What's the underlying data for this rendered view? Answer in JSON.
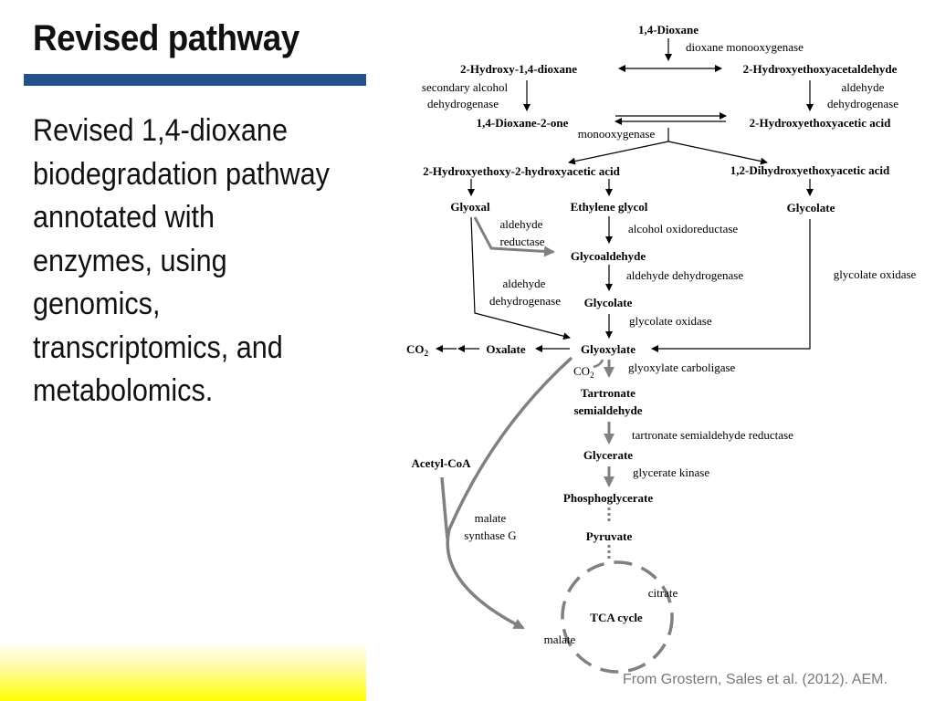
{
  "slide": {
    "title": "Revised pathway",
    "body": "Revised 1,4-dioxane biodegradation pathway annotated with enzymes, using genomics, transcriptomics, and metabolomics.",
    "citation": "From Grostern, Sales et al. (2012). AEM."
  },
  "diagram": {
    "nodes": {
      "dioxane": "1,4-Dioxane",
      "hydroxy_dioxane": "2-Hydroxy-1,4-dioxane",
      "hydroxyethoxyacetaldehyde": "2-Hydroxyethoxyacetaldehyde",
      "dioxan_2_one": "1,4-Dioxane-2-one",
      "hydroxyethoxyacetic_acid": "2-Hydroxyethoxyacetic acid",
      "hydroxyethoxy_hydroxyacetic": "2-Hydroxyethoxy-2-hydroxyacetic acid",
      "dihydroxyethoxyacetic": "1,2-Dihydroxyethoxyacetic acid",
      "glyoxal": "Glyoxal",
      "ethylene_glycol": "Ethylene glycol",
      "glycolate_right": "Glycolate",
      "glycoaldehyde": "Glycoaldehyde",
      "glycolate_mid": "Glycolate",
      "co2_left": "CO",
      "co2_left_sub": "2",
      "oxalate": "Oxalate",
      "glyoxylate": "Glyoxylate",
      "co2_mid": "CO",
      "co2_mid_sub": "2",
      "tartronate_1": "Tartronate",
      "tartronate_2": "semialdehyde",
      "glycerate": "Glycerate",
      "acetyl_coa": "Acetyl-CoA",
      "phosphoglycerate": "Phosphoglycerate",
      "pyruvate": "Pyruvate",
      "tca": "TCA cycle",
      "citrate": "citrate",
      "malate": "malate"
    },
    "enzymes": {
      "dioxane_monooxygenase": "dioxane monooxygenase",
      "sec_alc_1": "secondary alcohol",
      "sec_alc_2": "dehydrogenase",
      "aldehyde_dh_top_1": "aldehyde",
      "aldehyde_dh_top_2": "dehydrogenase",
      "monooxygenase": "monooxygenase",
      "ald_reductase_1": "aldehyde",
      "ald_reductase_2": "reductase",
      "alcohol_oxidoreductase": "alcohol oxidoreductase",
      "aldehyde_dehydrogenase": "aldehyde dehydrogenase",
      "glycolate_oxidase_right": "glycolate oxidase",
      "ald_dh_left_1": "aldehyde",
      "ald_dh_left_2": "dehydrogenase",
      "glycolate_oxidase_mid": "glycolate oxidase",
      "glyoxylate_carboligase": "glyoxylate carboligase",
      "tsr": "tartronate semialdehyde reductase",
      "glycerate_kinase": "glycerate kinase",
      "malate_synthase_1": "malate",
      "malate_synthase_2": "synthase G"
    }
  }
}
